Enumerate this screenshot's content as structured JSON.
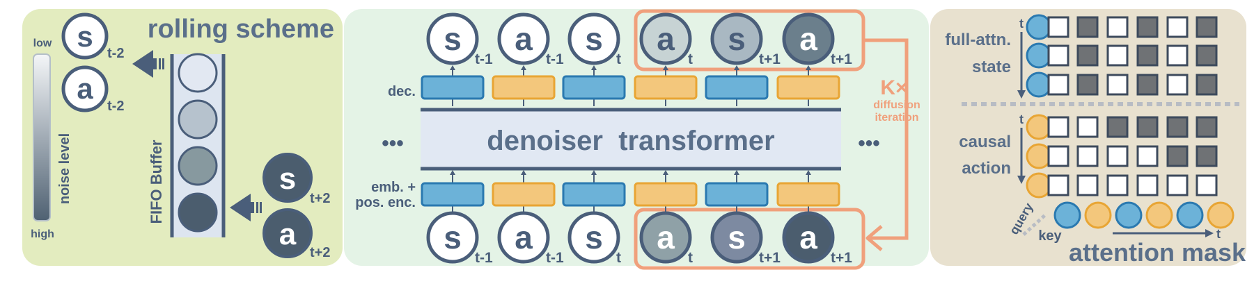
{
  "rolling": {
    "title": "rolling scheme",
    "noise_low": "low",
    "noise_high": "high",
    "noise_label": "noise level",
    "fifo_label": "FIFO Buffer",
    "out": [
      {
        "letter": "s",
        "sub": "t-2"
      },
      {
        "letter": "a",
        "sub": "t-2"
      }
    ],
    "in": [
      {
        "letter": "s",
        "sub": "t+2"
      },
      {
        "letter": "a",
        "sub": "t+2"
      }
    ]
  },
  "transformer": {
    "center_label": "denoiser  transformer",
    "dec_label": "dec.",
    "emb_label_1": "emb. +",
    "emb_label_2": "pos. enc.",
    "ellipsis": "•••",
    "k_label": "K×",
    "k_sub_1": "diffusion",
    "k_sub_2": "iteration",
    "top_nodes": [
      {
        "letter": "s",
        "sub": "t-1"
      },
      {
        "letter": "a",
        "sub": "t-1"
      },
      {
        "letter": "s",
        "sub": "t"
      },
      {
        "letter": "a",
        "sub": "t"
      },
      {
        "letter": "s",
        "sub": "t+1"
      },
      {
        "letter": "a",
        "sub": "t+1"
      }
    ],
    "bottom_nodes": [
      {
        "letter": "s",
        "sub": "t-1"
      },
      {
        "letter": "a",
        "sub": "t-1"
      },
      {
        "letter": "s",
        "sub": "t"
      },
      {
        "letter": "a",
        "sub": "t"
      },
      {
        "letter": "s",
        "sub": "t+1"
      },
      {
        "letter": "a",
        "sub": "t+1"
      }
    ]
  },
  "attention": {
    "title": "attention mask",
    "full_label_1": "full-attn.",
    "full_label_2": "state",
    "causal_label_1": "causal",
    "causal_label_2": "action",
    "t_label": "t",
    "query_label": "query",
    "key_label": "key"
  },
  "colors": {
    "panel_left": "#e3ecbf",
    "panel_mid": "#e4f3e6",
    "panel_right": "#e8e1cf",
    "state_blue": "#6cb2d8",
    "action_orange": "#f3c77c",
    "ink": "#4a5e7a",
    "k_orange": "#f0a07c"
  }
}
